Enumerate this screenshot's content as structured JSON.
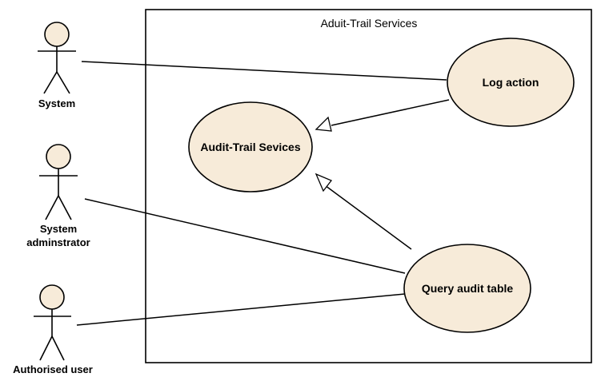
{
  "colors": {
    "usecase_fill": "#f7ebd9",
    "actor_head_fill": "#f7ebd9",
    "line": "#000000",
    "background": "#ffffff"
  },
  "boundary": {
    "title": "Aduit-Trail Services"
  },
  "actors": {
    "system": {
      "label": "System"
    },
    "admin": {
      "label_lines": [
        "System",
        "adminstrator"
      ]
    },
    "user": {
      "label": "Authorised user"
    }
  },
  "usecases": {
    "audit_trail": {
      "label": "Audit-Trail Sevices"
    },
    "log_action": {
      "label": "Log action"
    },
    "query_audit": {
      "label": "Query audit table"
    }
  }
}
